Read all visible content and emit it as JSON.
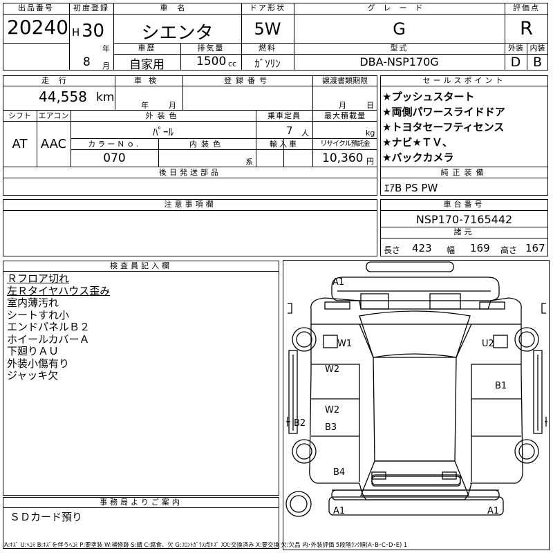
{
  "header": {
    "lot_label": "出品番号",
    "lot": "20240",
    "first_reg_label": "初度登録",
    "era": "H",
    "year": "30",
    "year_unit": "年",
    "month": "8",
    "month_unit": "月",
    "car_name_label": "車名",
    "car_name": "シエンタ",
    "door_label": "ドア形状",
    "door": "5W",
    "grade_label": "グレード",
    "grade": "G",
    "score_label": "評価点",
    "score": "R",
    "history_label": "車歴",
    "history": "自家用",
    "displacement_label": "排気量",
    "displacement": "1500",
    "cc": "cc",
    "fuel_label": "燃料",
    "fuel": "ｶﾞｿﾘﾝ",
    "model_label": "型式",
    "model": "DBA-NSP170G",
    "ext_label": "外装",
    "ext": "D",
    "int_label": "内装",
    "int": "B"
  },
  "row2": {
    "mileage_label": "走行",
    "mileage": "44,558",
    "km": "km",
    "inspection_label": "車検",
    "insp_year": "年",
    "insp_month": "月",
    "reg_label": "登録番号",
    "doc_label": "譲渡書類期限",
    "doc_month": "月",
    "doc_day": "日",
    "shift_label": "シフト",
    "shift": "AT",
    "ac_label": "エアコン",
    "ac": "AAC",
    "color_label": "外装色",
    "color": "ﾊﾟｰﾙ",
    "capacity_label": "乗車定員",
    "capacity": "7",
    "capacity_unit": "人",
    "load_label": "最大積載量",
    "load_unit": "kg",
    "color_no_label": "カラーＮｏ.",
    "color_no": "070",
    "interior_color_label": "内装色",
    "interior_unit": "系",
    "import_label": "輸入車",
    "recycle_label": "リサイクル預託金",
    "recycle": "10,360",
    "yen": "円"
  },
  "selling_points": {
    "label": "セールスポイント",
    "items": [
      "★プッシュスタート",
      "★両側パワースライドドア",
      "★トヨタセーフティセンス",
      "★ナビ★ＴＶ、",
      "★バックカメラ"
    ]
  },
  "later_parts_label": "後日発送部品",
  "equipment": {
    "label": "純正装備",
    "value": "ｴｱB PS PW"
  },
  "notes_label": "注意事項欄",
  "chassis": {
    "label": "車台番号",
    "value": "NSP170-7165442"
  },
  "dims": {
    "label": "諸元",
    "len_label": "長さ",
    "len": "423",
    "wid_label": "幅",
    "wid": "169",
    "hei_label": "高さ",
    "hei": "167"
  },
  "inspector": {
    "label": "検査員記入欄",
    "lines": [
      "Ｒフロア切れ",
      "左Ｒタイヤハウス歪み",
      "室内薄汚れ",
      "シートすれ小",
      "エンドパネルＢ２",
      "ホイールカバーＡ",
      "下廻りＡＵ",
      "外装小傷有り",
      "ジャッキ欠"
    ]
  },
  "office": {
    "label": "事務局よりご案内",
    "value": "ＳＤカード預り"
  },
  "diagram_marks": [
    "A1",
    "W1",
    "U2",
    "W2",
    "B1",
    "W2",
    "B3",
    "B2",
    "B4",
    "A1",
    "A1"
  ],
  "legend": "A:ｷｽﾞ U:ﾍｺﾐ B:ｷｽﾞを伴うﾍｺﾐ P:要塗装 W:補修跡 S:錆 C:腐食、欠 G:ﾌﾛﾝﾄｶﾞﾗｽ点ｷｽﾞ XX:交換済み X:要交換 欠:欠品 内･外装評価 5段階ﾗﾝｸ順(A･B･C･D･E) 1"
}
